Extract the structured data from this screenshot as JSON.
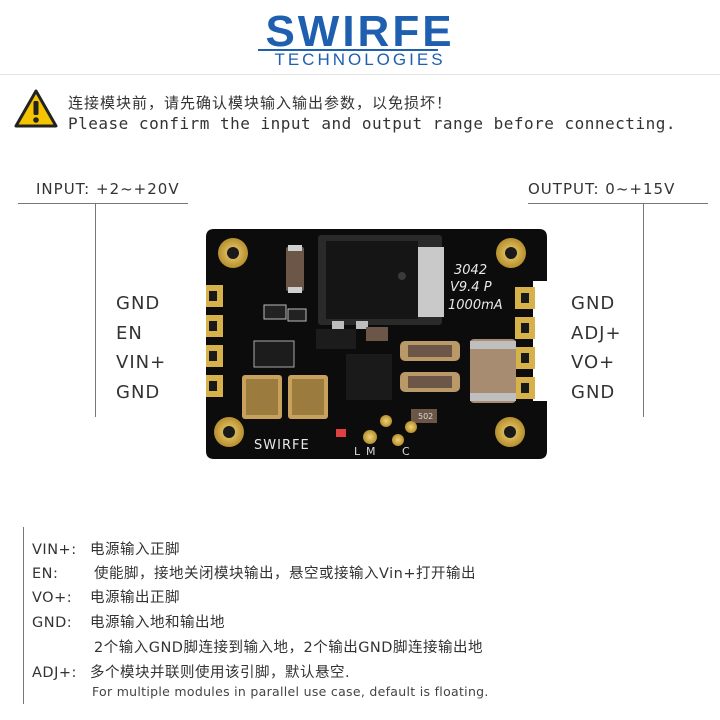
{
  "brand": {
    "name": "SWIRFE",
    "subtitle": "TECHNOLOGIES",
    "color": "#1e5fb0"
  },
  "warning": {
    "icon": "warning-triangle-icon",
    "text_cn": "连接模块前，请先确认模块输入输出参数，以免损坏！",
    "text_en": "Please confirm the input and output range before connecting."
  },
  "input": {
    "label": "INPUT: +2~+20V",
    "pins": [
      "GND",
      "EN",
      "VIN+",
      "GND"
    ]
  },
  "output": {
    "label": "OUTPUT: 0~+15V",
    "pins": [
      "GND",
      "ADJ+",
      "VO+",
      "GND"
    ]
  },
  "board": {
    "chip_marking": [
      "3042",
      "V9.4  P",
      "1000mA"
    ],
    "silkscreen_brand": "SWIRFE",
    "silkscreen_marks": [
      "L",
      "M",
      "C",
      "502"
    ],
    "pcb_color": "#0c0c0c",
    "pad_color": "#d7b24a"
  },
  "notes": [
    {
      "key": "VIN+:",
      "text": "电源输入正脚"
    },
    {
      "key": "EN:",
      "text": "使能脚，接地关闭模块输出，悬空或接输入Vin+打开输出"
    },
    {
      "key": "VO+:",
      "text": "电源输出正脚"
    },
    {
      "key": "GND:",
      "text": "电源输入地和输出地"
    },
    {
      "key": "",
      "text": "2个输入GND脚连接到输入地，2个输出GND脚连接输出地"
    },
    {
      "key": "ADJ+:",
      "text": "多个模块并联则使用该引脚，默认悬空."
    }
  ],
  "note_en": "For multiple modules in parallel use case, default is floating."
}
